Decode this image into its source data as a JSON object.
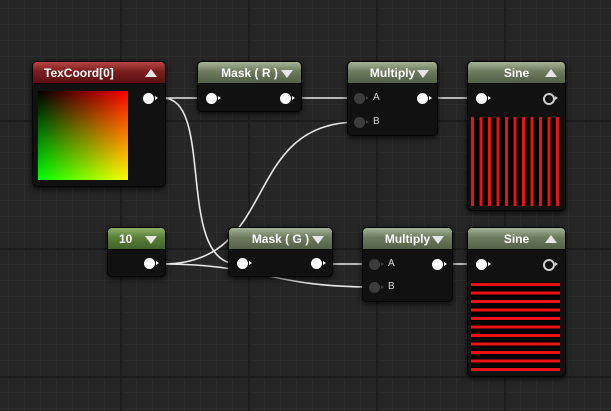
{
  "graph": {
    "nodes": {
      "texcoord": {
        "title": "TexCoord[0]",
        "collapse_icon": "triangle-up-icon",
        "preview": "uv-gradient"
      },
      "mask_r": {
        "title": "Mask ( R )",
        "collapse_icon": "triangle-down-icon"
      },
      "multiply_top": {
        "title": "Multiply",
        "collapse_icon": "triangle-down-icon",
        "inputs": [
          "A",
          "B"
        ]
      },
      "sine_top": {
        "title": "Sine",
        "collapse_icon": "triangle-up-icon",
        "preview": "vertical-stripes"
      },
      "constant": {
        "title": "10",
        "collapse_icon": "triangle-down-icon"
      },
      "mask_g": {
        "title": "Mask ( G )",
        "collapse_icon": "triangle-down-icon"
      },
      "multiply_bottom": {
        "title": "Multiply",
        "collapse_icon": "triangle-down-icon",
        "inputs": [
          "A",
          "B"
        ]
      },
      "sine_bottom": {
        "title": "Sine",
        "collapse_icon": "triangle-up-icon",
        "preview": "horizontal-stripes"
      }
    }
  },
  "colors": {
    "canvas": "#262626",
    "node_body": "#111111",
    "header_texcoord": "#7a1d1d",
    "header_math": "#6c7a5e",
    "header_constant": "#5a7f37",
    "wire": "#e8e8e8",
    "preview_stripe": "#ee1111"
  }
}
